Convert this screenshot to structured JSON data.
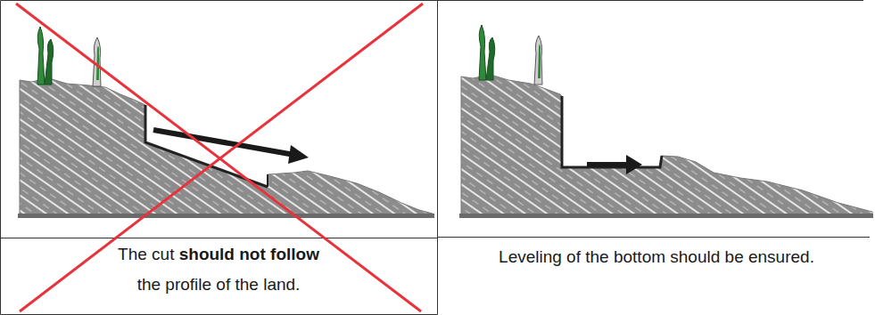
{
  "diagram": {
    "labels": [
      "The cut",
      "should not follow",
      "the profile of the land.",
      "Leveling of the bottom should be ensured."
    ]
  }
}
